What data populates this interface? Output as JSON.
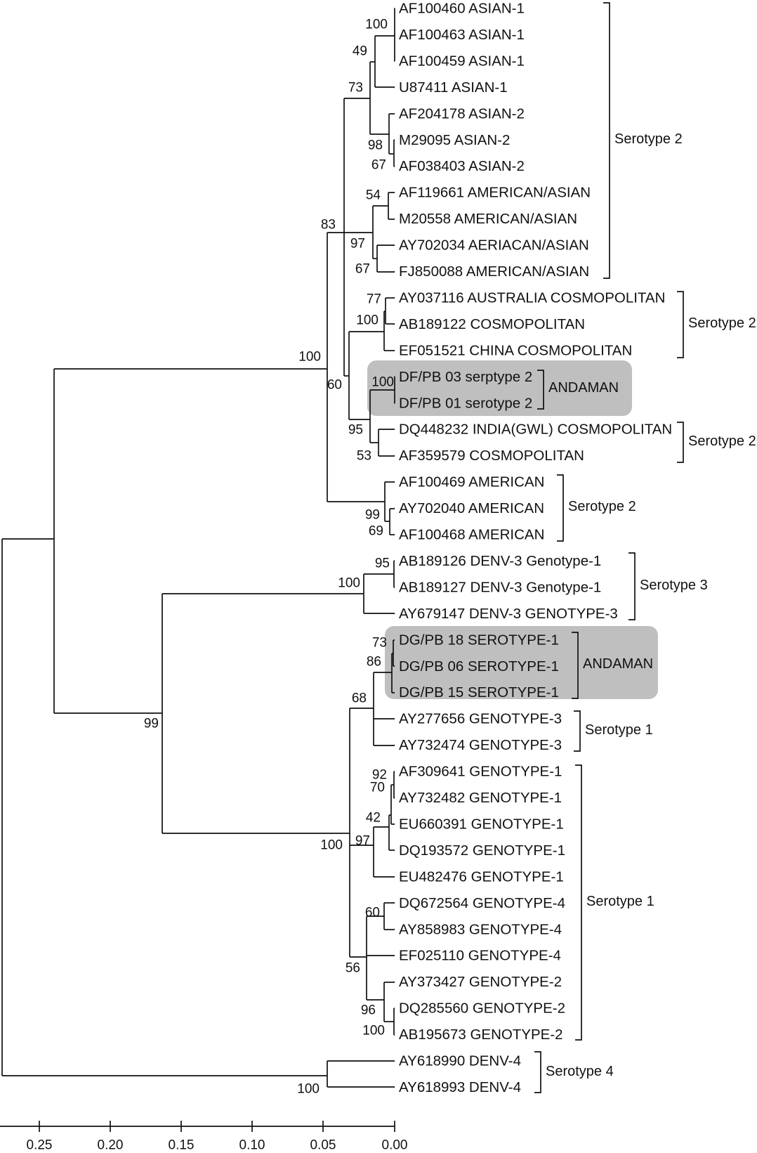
{
  "leaves": [
    "AF100460 ASIAN-1",
    "AF100463 ASIAN-1",
    "AF100459 ASIAN-1",
    "U87411 ASIAN-1",
    "AF204178 ASIAN-2",
    "M29095 ASIAN-2",
    "AF038403 ASIAN-2",
    "AF119661 AMERICAN/ASIAN",
    "M20558 AMERICAN/ASIAN",
    "AY702034 AERIACAN/ASIAN",
    "FJ850088 AMERICAN/ASIAN",
    "AY037116 AUSTRALIA COSMOPOLITAN",
    "AB189122 COSMOPOLITAN",
    "EF051521 CHINA COSMOPOLITAN",
    "DF/PB 03 serptype 2",
    "DF/PB 01 serotype 2",
    "DQ448232 INDIA(GWL) COSMOPOLITAN",
    "AF359579 COSMOPOLITAN",
    "AF100469 AMERICAN",
    "AY702040 AMERICAN",
    "AF100468 AMERICAN",
    "AB189126 DENV-3 Genotype-1",
    "AB189127 DENV-3 Genotype-1",
    "AY679147 DENV-3 GENOTYPE-3",
    "DG/PB 18 SEROTYPE-1",
    "DG/PB 06 SEROTYPE-1",
    "DG/PB 15 SEROTYPE-1",
    "AY277656 GENOTYPE-3",
    "AY732474 GENOTYPE-3",
    "AF309641 GENOTYPE-1",
    "AY732482 GENOTYPE-1",
    "EU660391 GENOTYPE-1",
    "DQ193572 GENOTYPE-1",
    "EU482476 GENOTYPE-1",
    "DQ672564 GENOTYPE-4",
    "AY858983 GENOTYPE-4",
    "EF025110 GENOTYPE-4",
    "AY373427 GENOTYPE-2",
    "DQ285560 GENOTYPE-2",
    "AB195673 GENOTYPE-2",
    "AY618990 DENV-4",
    "AY618993 DENV-4"
  ],
  "bootstraps": [
    "100",
    "49",
    "73",
    "98",
    "67",
    "54",
    "97",
    "67",
    "83",
    "77",
    "100",
    "100",
    "60",
    "100",
    "95",
    "53",
    "99",
    "69",
    "95",
    "100",
    "73",
    "86",
    "68",
    "99",
    "92",
    "70",
    "42",
    "97",
    "100",
    "60",
    "56",
    "96",
    "100",
    "100"
  ],
  "clades": [
    {
      "label": "Serotype 2"
    },
    {
      "label": "Serotype 2"
    },
    {
      "label": "ANDAMAN"
    },
    {
      "label": "Serotype 2"
    },
    {
      "label": "Serotype 2"
    },
    {
      "label": "Serotype 3"
    },
    {
      "label": "ANDAMAN"
    },
    {
      "label": "Serotype 1"
    },
    {
      "label": "Serotype 1"
    },
    {
      "label": "Serotype 4"
    }
  ],
  "highlight_color": "#bfbfbf",
  "scale_axis": {
    "ticks": [
      "0.25",
      "0.20",
      "0.15",
      "0.10",
      "0.05",
      "0.00"
    ]
  }
}
